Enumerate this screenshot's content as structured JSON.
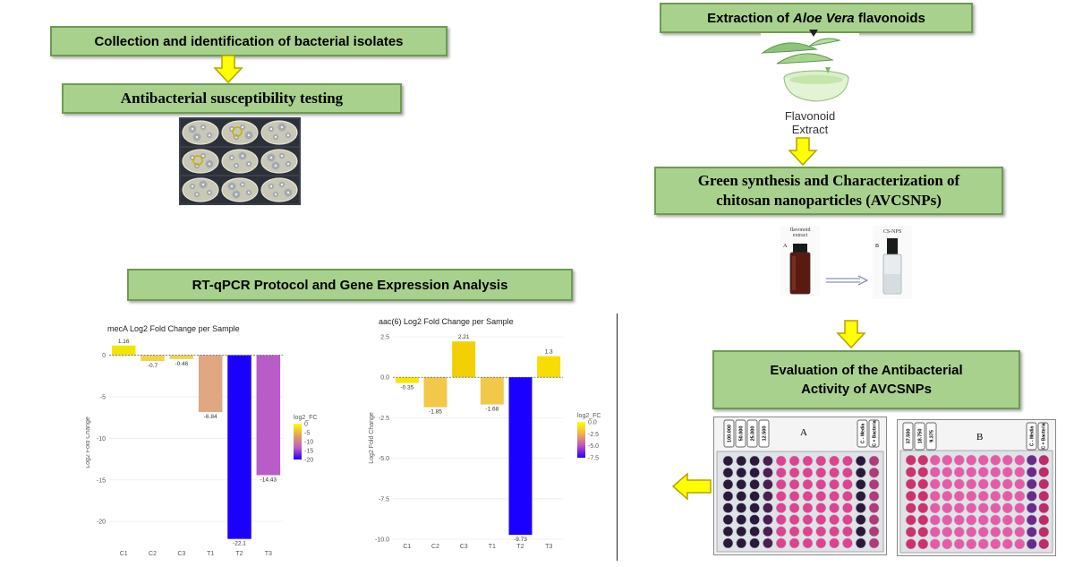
{
  "steps": {
    "collection": "Collection and identification of bacterial isolates",
    "susceptibility": "Antibacterial susceptibility testing",
    "extraction_pre": "Extraction of ",
    "extraction_em": "Aloe Vera",
    "extraction_post": " flavonoids",
    "synthesis_line1": "Green synthesis and Characterization of",
    "synthesis_line2": "chitosan nanoparticles (AVCSNPs)",
    "rtqpcr": "RT-qPCR Protocol and Gene Expression Analysis",
    "evaluation_line1": "Evaluation of the Antibacterial",
    "evaluation_line2": "Activity of AVCSNPs"
  },
  "extract_label": {
    "line1": "Flavonoid",
    "line2": "Extract"
  },
  "vials": {
    "left_label_1": "flavonoid",
    "left_label_2": "extract",
    "left_letter": "A",
    "right_label": "CS-NPS",
    "right_letter": "B"
  },
  "plates": {
    "a_letter": "A",
    "b_letter": "B",
    "a_concentrations": [
      "100.000",
      "50.000",
      "25.000",
      "12.500"
    ],
    "b_concentrations": [
      "37.500",
      "18.750",
      "9.375"
    ],
    "controls": [
      "C - Media",
      "C + Bacteria"
    ]
  },
  "colors": {
    "box_fill": "#a9d18e",
    "box_border": "#6e9a52",
    "arrow_fill": "#ffff00",
    "arrow_stroke": "#b3a300",
    "well_pink": "#e0428f",
    "well_dark": "#2a1a3a",
    "well_purple": "#6a2a8a"
  },
  "chart_data": [
    {
      "type": "bar",
      "title": "mecA Log2 Fold Change per Sample",
      "xlabel": "",
      "ylabel": "Log2 Fold Change",
      "categories": [
        "C1",
        "C2",
        "C3",
        "T1",
        "T2",
        "T3"
      ],
      "values": [
        1.16,
        -0.7,
        -0.46,
        -6.84,
        -22.1,
        -14.43
      ],
      "value_labels": [
        "1.16",
        "-0.7",
        "-0.46",
        "-6.84",
        "-22.1",
        "-14.43"
      ],
      "ylim": [
        -23,
        2
      ],
      "yticks": [
        0,
        -5,
        -10,
        -15,
        -20
      ],
      "ytick_labels": [
        "0",
        "-5",
        "-10",
        "-15",
        "-20"
      ],
      "colors": [
        "#f2e600",
        "#f0d44a",
        "#f0d44a",
        "#e0a882",
        "#1a00ff",
        "#b85cc8"
      ],
      "legend": {
        "title": "log2_FC",
        "ticks": [
          "0",
          "-5",
          "-10",
          "-15",
          "-20"
        ],
        "gradient": [
          "#ffff00",
          "#e0a060",
          "#c060c0",
          "#2000ff"
        ]
      }
    },
    {
      "type": "bar",
      "title": "aac(6) Log2 Fold Change per Sample",
      "xlabel": "",
      "ylabel": "Log2 Fold Change",
      "categories": [
        "C1",
        "C2",
        "C3",
        "T1",
        "T2",
        "T3"
      ],
      "values": [
        -0.35,
        -1.85,
        2.21,
        -1.68,
        -9.73,
        1.3
      ],
      "value_labels": [
        "-0.35",
        "-1.85",
        "2.21",
        "-1.68",
        "-9.73",
        "1.3"
      ],
      "ylim": [
        -10,
        2.5
      ],
      "yticks": [
        2.5,
        0.0,
        -2.5,
        -5.0,
        -7.5,
        -10.0
      ],
      "ytick_labels": [
        "2.5",
        "0.0",
        "-2.5",
        "-5.0",
        "-7.5",
        "-10.0"
      ],
      "colors": [
        "#f7e600",
        "#f2c84a",
        "#f2cf00",
        "#f2c84a",
        "#1a00ff",
        "#f7dd00"
      ],
      "legend": {
        "title": "log2_FC",
        "ticks": [
          "0.0",
          "-2.5",
          "-5.0",
          "-7.5"
        ],
        "gradient": [
          "#ffff00",
          "#f0b050",
          "#c050c0",
          "#2000ff"
        ]
      }
    }
  ]
}
